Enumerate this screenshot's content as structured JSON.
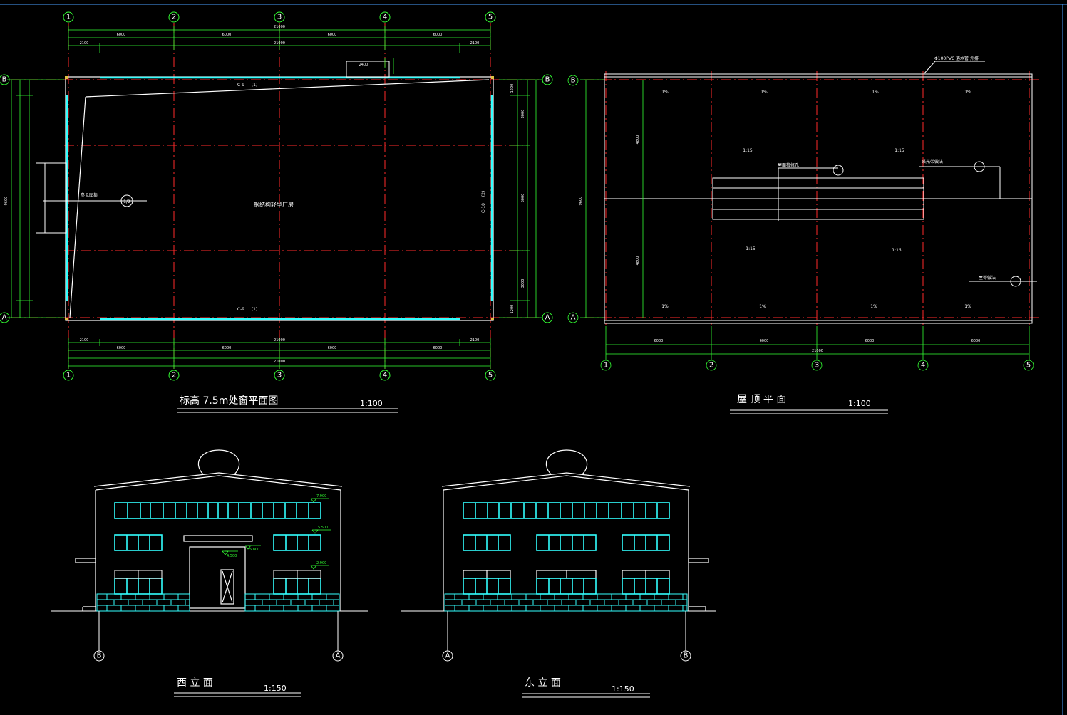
{
  "colors": {
    "background": "#000000",
    "axis_line": "#ff2a2a",
    "dimension": "#33ff33",
    "outline": "#ffffff",
    "window": "#33ffff",
    "wall_tile": "#33ffff",
    "frame_edge": "#4aa0ff"
  },
  "plan": {
    "title": "标高  7.5m处窗平面图",
    "scale": "1:100",
    "grid_labels_top": [
      "1",
      "2",
      "3",
      "4",
      "5"
    ],
    "grid_labels_bottom": [
      "1",
      "2",
      "3",
      "4",
      "5"
    ],
    "side_labels_left": [
      "B",
      "A"
    ],
    "side_labels_right": [
      "B",
      "A"
    ],
    "center_text": "钢结构轻型厂房",
    "dims_top_main": [
      "6000",
      "6000",
      "6000",
      "6000"
    ],
    "dim_overall": "21000",
    "dims_top_sub": [
      "2100",
      "21000",
      "2100"
    ],
    "dim_top_box": "2400",
    "dims_right": [
      "1200",
      "3000",
      "6000",
      "3000",
      "1200"
    ],
    "dims_left": [
      "9600"
    ],
    "window_marks": [
      "C-9",
      "C-9",
      "(1)",
      "(1)",
      "C-10",
      "(2)"
    ],
    "note_left": "参见图集",
    "bubble_left": "1/2"
  },
  "roof": {
    "title": "屋 顶 平 面",
    "scale": "1:100",
    "grid_labels_bottom": [
      "1",
      "2",
      "3",
      "4",
      "5"
    ],
    "side_labels_left": [
      "B",
      "A"
    ],
    "slope_pct": [
      "1%",
      "1%",
      "1%",
      "1%",
      "1%",
      "1%",
      "1%",
      "1%"
    ],
    "slopes_ratio": [
      "1:15",
      "1:15",
      "1:15",
      "1:15"
    ],
    "top_note": "Φ100PVC 落水管 外排",
    "notes": [
      "屋面检修孔",
      "采光带做法",
      "屋脊做法"
    ],
    "dims_bottom": [
      "6000",
      "6000",
      "6000",
      "6000"
    ],
    "dim_overall": "21000",
    "dims_left": [
      "9600",
      "4800",
      "4800"
    ]
  },
  "west": {
    "title": "西 立 面",
    "scale": "1:150",
    "axis_labels": [
      "B",
      "A"
    ],
    "elevations": [
      "7.900",
      "5.500",
      "2.900",
      "5.800",
      "4.500"
    ]
  },
  "east": {
    "title": "东 立 面",
    "scale": "1:150",
    "axis_labels": [
      "A",
      "B"
    ]
  }
}
